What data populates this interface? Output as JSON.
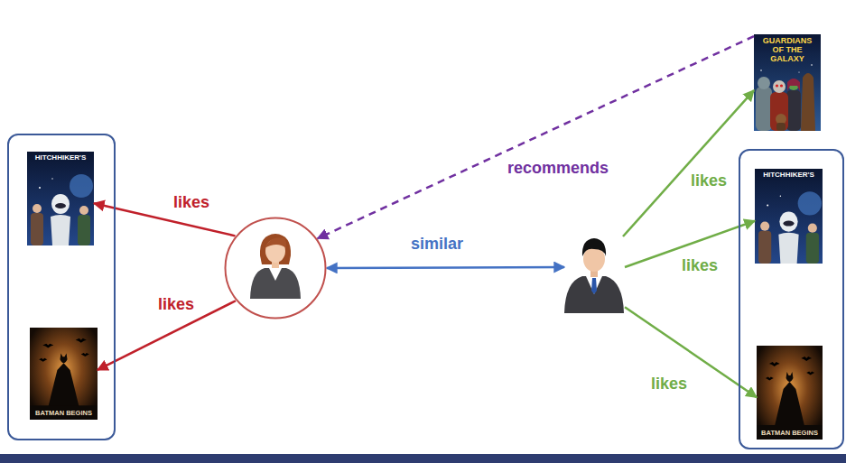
{
  "diagram": {
    "nodes": [
      {
        "text": []
      },
      {
        "text": [
          "HITCHHIKER'S"
        ],
        "in": 0
      },
      {
        "text": [
          "BATMAN BEGINS"
        ],
        "in": 0
      },
      {
        "text": []
      },
      {
        "text": []
      },
      {
        "text": [
          "GUARDIANS OF THE GALAXY"
        ]
      },
      {
        "text": []
      },
      {
        "text": [
          "HITCHHIKER'S"
        ],
        "in": 6
      },
      {
        "text": [
          "BATMAN BEGINS"
        ],
        "in": 6
      }
    ],
    "edges": [
      {
        "from": 3,
        "to": 1,
        "label": "likes",
        "arrow": "to"
      },
      {
        "from": 3,
        "to": 2,
        "label": "likes",
        "arrow": "to"
      },
      {
        "from": 3,
        "to": 4,
        "label": "similar",
        "arrow": "both"
      },
      {
        "from": 5,
        "to": 3,
        "label": "recommends",
        "arrow": "to"
      },
      {
        "from": 4,
        "to": 5,
        "label": "likes",
        "arrow": "to"
      },
      {
        "from": 4,
        "to": 7,
        "label": "likes",
        "arrow": "to"
      },
      {
        "from": 4,
        "to": 8,
        "label": "likes",
        "arrow": "to"
      }
    ]
  }
}
